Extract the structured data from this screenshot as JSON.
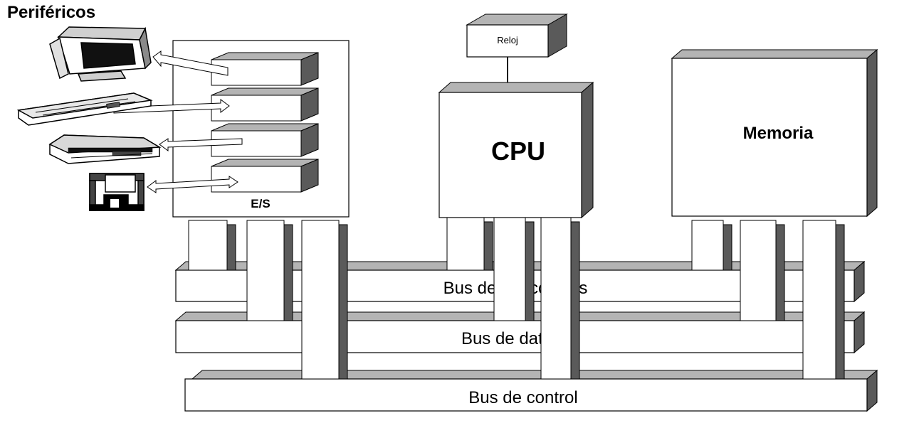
{
  "title": "Periféricos",
  "labels": {
    "es": "E/S",
    "clock": "Reloj",
    "cpu": "CPU",
    "memory": "Memoria"
  },
  "buses": {
    "address": "Bus de direcciones",
    "data": "Bus de datos",
    "control": "Bus de control"
  },
  "peripherals": [
    "monitor-icon",
    "keyboard-icon",
    "printer-icon",
    "floppy-disk-icon"
  ],
  "colors": {
    "face": "#ffffff",
    "side": "#5a5a5a",
    "top": "#b4b4b4",
    "line": "#000000"
  }
}
